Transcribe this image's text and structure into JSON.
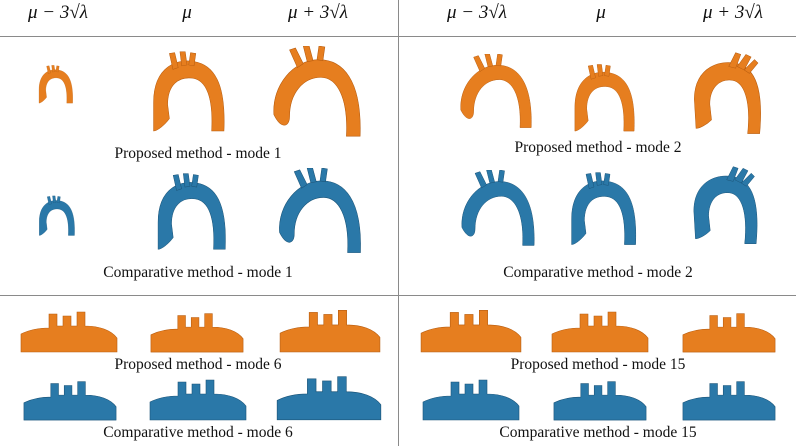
{
  "headers": {
    "left": [
      "μ − 3√λ",
      "μ",
      "μ + 3√λ"
    ],
    "right": [
      "μ − 3√λ",
      "μ",
      "μ + 3√λ"
    ]
  },
  "captions": {
    "top_left_proposed": "Proposed method - mode 1",
    "top_left_comparative": "Comparative method - mode 1",
    "top_right_proposed": "Proposed method - mode 2",
    "top_right_comparative": "Comparative method - mode 2",
    "bottom_left_proposed": "Proposed method - mode 6",
    "bottom_left_comparative": "Comparative method - mode 6",
    "bottom_right_proposed": "Proposed method - mode 15",
    "bottom_right_comparative": "Comparative method - mode 15"
  },
  "colors": {
    "proposed": "#e67e1f",
    "comparative": "#2a78a8",
    "divider": "#8a8a8a"
  }
}
